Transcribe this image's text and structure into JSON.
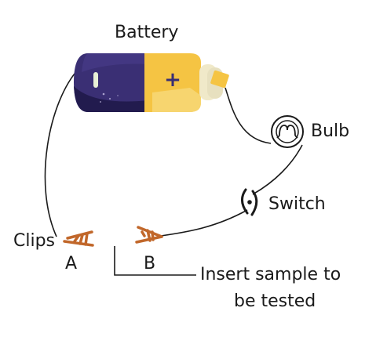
{
  "labels": {
    "battery": "Battery",
    "bulb": "Bulb",
    "switch": "Switch",
    "clips": "Clips",
    "clip_a": "A",
    "clip_b": "B",
    "sample_line1": "Insert sample to",
    "sample_line2": "be tested"
  },
  "battery": {
    "positive_symbol": "+"
  },
  "colors": {
    "battery_body": "#3a2f74",
    "battery_shade": "#221b4e",
    "battery_cap": "#f5c443",
    "battery_terminal": "#f5c443",
    "clip": "#c1672a",
    "wire": "#1a1a1a"
  },
  "icons": [
    "battery-icon",
    "bulb-icon",
    "switch-icon",
    "clip-a-icon",
    "clip-b-icon"
  ]
}
